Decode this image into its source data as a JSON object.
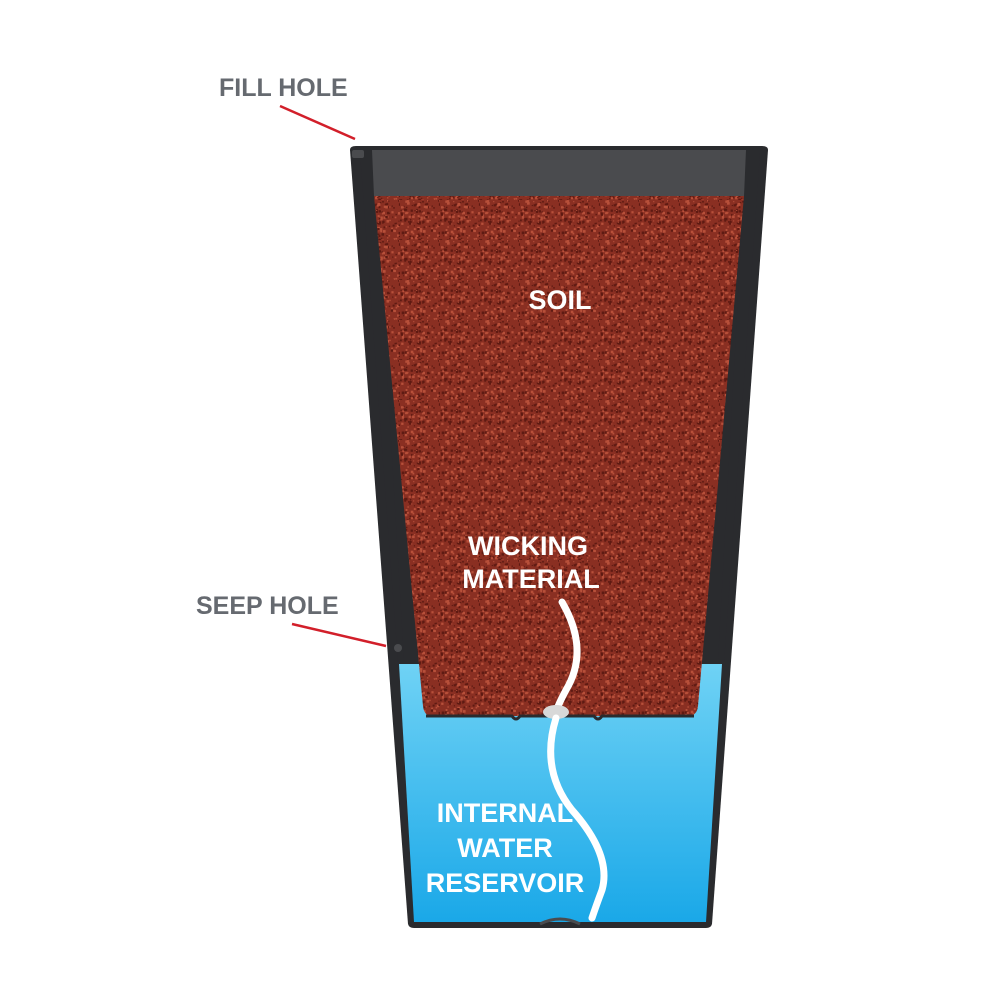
{
  "labels": {
    "fill_hole": "FILL HOLE",
    "seep_hole": "SEEP HOLE",
    "soil": "SOIL",
    "wicking_line1": "WICKING",
    "wicking_line2": "MATERIAL",
    "reservoir_line1": "INTERNAL",
    "reservoir_line2": "WATER",
    "reservoir_line3": "RESERVOIR"
  },
  "colors": {
    "callout_text": "#666a70",
    "callout_line": "#d21f2a",
    "pot_wall": "#2a2b2e",
    "rim_gap": "#4a4b4e",
    "soil_base": "#8a2f22",
    "soil_dark": "#5e1a12",
    "soil_light": "#b8503a",
    "water_top": "#6fd2f5",
    "water_bottom": "#1aa8e8",
    "wick": "#ffffff"
  }
}
